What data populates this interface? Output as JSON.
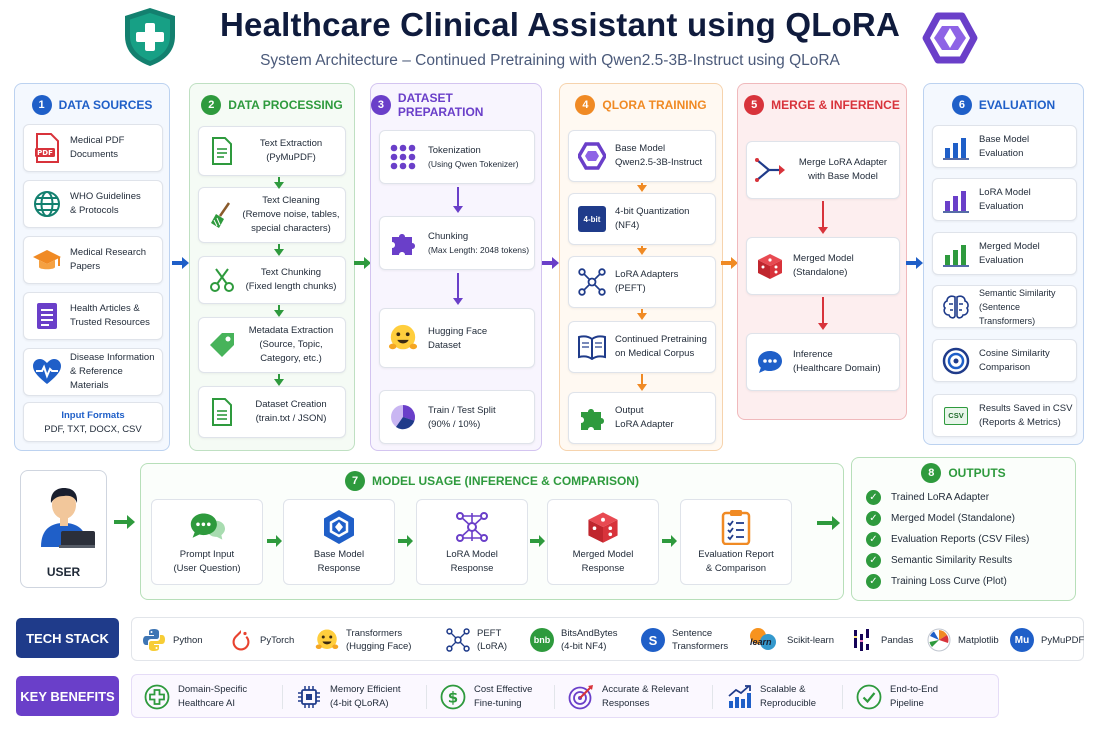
{
  "header": {
    "title": "Healthcare Clinical Assistant using QLoRA",
    "subtitle": "System Architecture – Continued Pretraining with Qwen2.5-3B-Instruct using QLoRA"
  },
  "colors": {
    "blue": "#1f5fc8",
    "green": "#2e9a3d",
    "purple": "#6a3fc9",
    "orange": "#f08a24",
    "red": "#d8333b",
    "navy": "#1f3b8a"
  },
  "sections": {
    "data_sources": {
      "number": "1",
      "title": "DATA SOURCES",
      "items": [
        {
          "label": "Medical PDF\nDocuments",
          "icon": "pdf-icon"
        },
        {
          "label": "WHO Guidelines\n& Protocols",
          "icon": "globe-icon"
        },
        {
          "label": "Medical Research\nPapers",
          "icon": "graduation-cap-icon"
        },
        {
          "label": "Health Articles &\nTrusted Resources",
          "icon": "document-icon"
        },
        {
          "label": "Disease Information\n& Reference Materials",
          "icon": "heartbeat-icon"
        }
      ],
      "formats_title": "Input Formats",
      "formats": "PDF, TXT, DOCX, CSV"
    },
    "data_processing": {
      "number": "2",
      "title": "DATA PROCESSING",
      "items": [
        {
          "label": "Text Extraction\n(PyMuPDF)",
          "icon": "file-text-icon"
        },
        {
          "label": "Text Cleaning\n(Remove noise, tables,\nspecial characters)",
          "icon": "broom-icon"
        },
        {
          "label": "Text Chunking\n(Fixed length chunks)",
          "icon": "scissors-icon"
        },
        {
          "label": "Metadata Extraction\n(Source, Topic,\nCategory, etc.)",
          "icon": "tag-icon"
        },
        {
          "label": "Dataset Creation\n(train.txt / JSON)",
          "icon": "file-icon"
        }
      ]
    },
    "dataset_preparation": {
      "number": "3",
      "title": "DATASET PREPARATION",
      "items": [
        {
          "title": "Tokenization",
          "sub": "(Using Qwen Tokenizer)",
          "icon": "grid-dots-icon"
        },
        {
          "title": "Chunking",
          "sub": "(Max Length: 2048 tokens)",
          "icon": "puzzle-icon"
        },
        {
          "title": "Hugging Face",
          "sub": "Dataset",
          "icon": "hugging-face-icon"
        },
        {
          "title": "Train / Test Split",
          "sub": "(90% / 10%)",
          "icon": "pie-chart-icon"
        }
      ]
    },
    "qlora_training": {
      "number": "4",
      "title": "QLORA TRAINING",
      "items": [
        {
          "label": "Base Model\nQwen2.5-3B-Instruct",
          "icon": "qwen-logo-icon"
        },
        {
          "label": "4-bit Quantization\n(NF4)",
          "icon": "chip-4bit-icon",
          "badge": "4-bit"
        },
        {
          "label": "LoRA Adapters\n(PEFT)",
          "icon": "network-icon"
        },
        {
          "label": "Continued Pretraining\non Medical Corpus",
          "icon": "book-icon"
        },
        {
          "label": "Output\nLoRA Adapter",
          "icon": "puzzle-piece-icon"
        }
      ]
    },
    "merge_inference": {
      "number": "5",
      "title": "MERGE & INFERENCE",
      "items": [
        {
          "label": "Merge LoRA Adapter\nwith Base Model",
          "icon": "merge-icon"
        },
        {
          "label": "Merged Model\n(Standalone)",
          "icon": "cube-icon"
        },
        {
          "label": "Inference\n(Healthcare Domain)",
          "icon": "chat-bubble-icon"
        }
      ]
    },
    "evaluation": {
      "number": "6",
      "title": "EVALUATION",
      "items": [
        {
          "label": "Base Model\nEvaluation",
          "icon": "bar-chart-icon"
        },
        {
          "label": "LoRA Model\nEvaluation",
          "icon": "bar-chart-icon"
        },
        {
          "label": "Merged Model\nEvaluation",
          "icon": "bar-chart-icon"
        },
        {
          "label": "Semantic Similarity\n(Sentence Transformers)",
          "icon": "brain-icon"
        },
        {
          "label": "Cosine Similarity\nComparison",
          "icon": "target-icon"
        },
        {
          "label": "Results Saved in CSV\n(Reports & Metrics)",
          "icon": "csv-icon",
          "badge": "CSV"
        }
      ]
    },
    "model_usage": {
      "number": "7",
      "title": "MODEL USAGE (INFERENCE & COMPARISON)",
      "user_label": "USER",
      "items": [
        {
          "label": "Prompt Input\n(User Question)",
          "icon": "chat-bubbles-icon"
        },
        {
          "label": "Base Model\nResponse",
          "icon": "qwen-hex-icon"
        },
        {
          "label": "LoRA Model\nResponse",
          "icon": "network-icon"
        },
        {
          "label": "Merged Model\nResponse",
          "icon": "cube-icon"
        },
        {
          "label": "Evaluation Report\n& Comparison",
          "icon": "clipboard-icon"
        }
      ]
    },
    "outputs": {
      "number": "8",
      "title": "OUTPUTS",
      "items": [
        "Trained LoRA Adapter",
        "Merged Model (Standalone)",
        "Evaluation Reports (CSV Files)",
        "Semantic Similarity Results",
        "Training Loss Curve (Plot)"
      ]
    }
  },
  "tech_stack": {
    "label": "TECH STACK",
    "items": [
      {
        "label": "Python",
        "icon": "python-icon"
      },
      {
        "label": "PyTorch",
        "icon": "pytorch-icon"
      },
      {
        "label": "Transformers\n(Hugging Face)",
        "icon": "hugging-face-icon"
      },
      {
        "label": "PEFT\n(LoRA)",
        "icon": "network-icon"
      },
      {
        "label": "BitsAndBytes\n(4-bit NF4)",
        "icon": "bnb-icon",
        "badge": "bnb"
      },
      {
        "label": "Sentence\nTransformers",
        "icon": "sentence-transformers-icon",
        "badge": "S"
      },
      {
        "label": "Scikit-learn",
        "icon": "scikit-learn-icon",
        "badge": "learn"
      },
      {
        "label": "Pandas",
        "icon": "pandas-icon"
      },
      {
        "label": "Matplotlib",
        "icon": "matplotlib-icon"
      },
      {
        "label": "PyMuPDF",
        "icon": "pymupdf-icon",
        "badge": "Mu"
      }
    ]
  },
  "key_benefits": {
    "label": "KEY BENEFITS",
    "items": [
      {
        "label": "Domain-Specific\nHealthcare AI",
        "icon": "medical-cross-icon"
      },
      {
        "label": "Memory Efficient\n(4-bit QLoRA)",
        "icon": "cpu-icon"
      },
      {
        "label": "Cost Effective\nFine-tuning",
        "icon": "dollar-icon"
      },
      {
        "label": "Accurate & Relevant\nResponses",
        "icon": "target-icon"
      },
      {
        "label": "Scalable &\nReproducible",
        "icon": "growth-chart-icon"
      },
      {
        "label": "End-to-End\nPipeline",
        "icon": "check-circle-icon"
      }
    ]
  }
}
